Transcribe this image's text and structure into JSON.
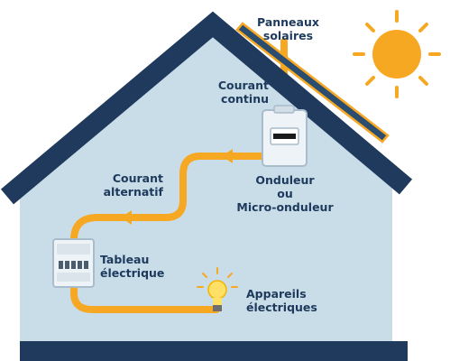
{
  "colors": {
    "roof": "#1f3a5c",
    "wall": "#c9dde9",
    "ground": "#1f3a5c",
    "current_flow": "#f7a823",
    "sun": "#f7a823",
    "device": "#eef3f7",
    "text": "#1d3a5c"
  },
  "icons": [
    "sun-icon",
    "solar-panel-icon",
    "inverter-icon",
    "electrical-panel-icon",
    "light-bulb-icon"
  ],
  "labels": {
    "solar_panels": [
      "Panneaux",
      "solaires"
    ],
    "direct_current": [
      "Courant",
      "continu"
    ],
    "inverter": [
      "Onduleur",
      "ou",
      "Micro-onduleur"
    ],
    "alternating_current": [
      "Courant",
      "alternatif"
    ],
    "electrical_panel": [
      "Tableau",
      "électrique"
    ],
    "appliances": [
      "Appareils",
      "électriques"
    ]
  }
}
